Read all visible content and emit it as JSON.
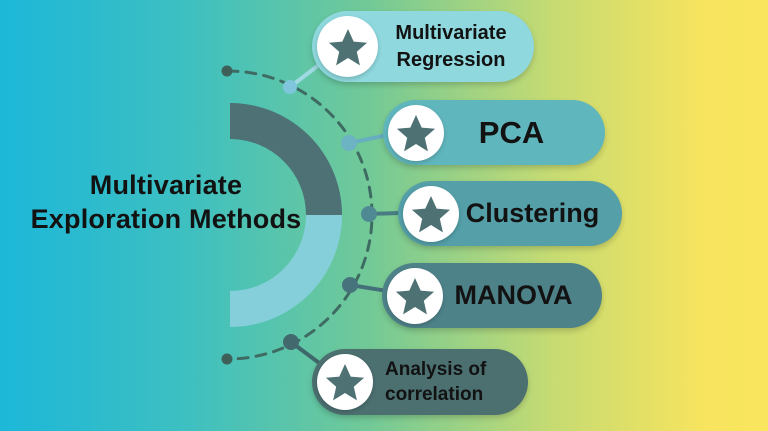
{
  "title": {
    "line1": "Multivariate",
    "line2": "Exploration Methods"
  },
  "methods": [
    {
      "label": "Multivariate Regression",
      "color": "#8ed8de"
    },
    {
      "label": "PCA",
      "color": "#60b6bd"
    },
    {
      "label": "Clustering",
      "color": "#549fa8"
    },
    {
      "label": "MANOVA",
      "color": "#4e8289"
    },
    {
      "label": "Analysis of correlation",
      "color": "#4c6f70"
    }
  ],
  "icons": {
    "badge": "star-in-circle"
  },
  "colors": {
    "background_gradient": "linear-gradient(90deg, #1cb7d9 0%, #3fc0c0 25%, #72c997 48%, #c6db72 72%, #f8e45e 92%, #f9e65e 100%)",
    "arc_dark": "#4d7175",
    "arc_light": "#85cfda",
    "dashed_circle": "#3e6b62",
    "end_dot": "#3e6059",
    "star": "#4e7173",
    "icon_circle_bg": "#ffffff",
    "title_text": "#121212",
    "pill_text": "#121212",
    "connector_1": "#9fd9e2",
    "connector_2": "#66aec0",
    "connector_3": "#477d82",
    "connector_4": "#44707a",
    "connector_5": "#3f686b",
    "junction_dot_1": "#7fc6dc",
    "junction_dot_2": "#6cb4c4",
    "junction_dot_3": "#4f8a94",
    "junction_dot_4": "#47747c",
    "junction_dot_5": "#42696e"
  }
}
